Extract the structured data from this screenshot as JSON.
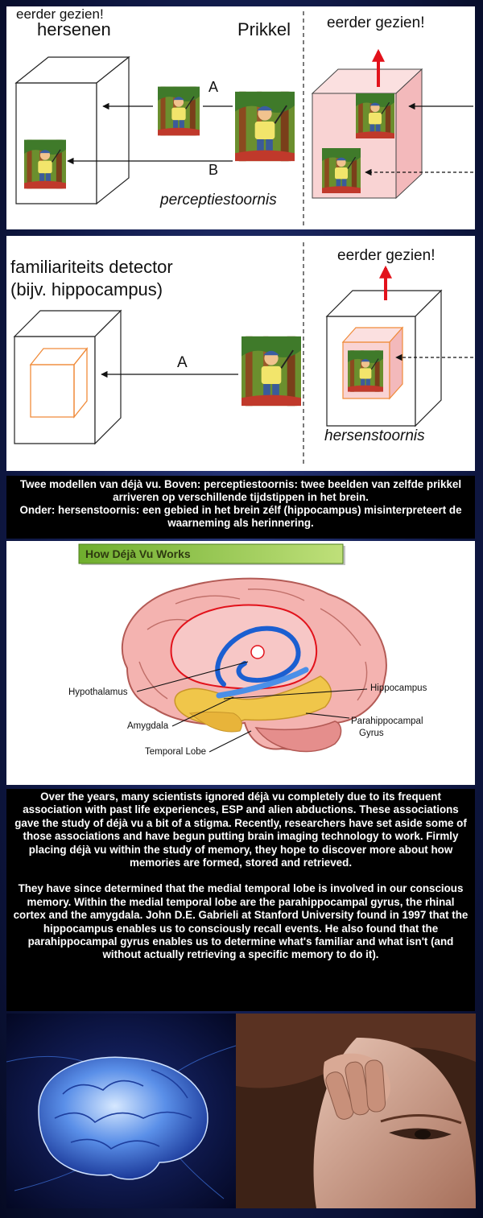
{
  "diagram_top": {
    "label_seen_left": "eerder gezien!",
    "label_brain": "hersenen",
    "label_stimulus": "Prikkel",
    "label_seen_right": "eerder gezien!",
    "arrow_a": "A",
    "arrow_b": "B",
    "label_disorder": "perceptiestoornis"
  },
  "diagram_middle": {
    "label_detector_line1": "familiariteits detector",
    "label_detector_line2": "(bijv. hippocampus)",
    "label_seen": "eerder gezien!",
    "arrow_a": "A",
    "label_disorder": "hersenstoornis"
  },
  "caption": {
    "line1": "Twee modellen van déjà vu. Boven: perceptiestoornis: twee beelden van zelfde prikkel arriveren op verschillende tijdstippen in het brein.",
    "line2": "Onder: hersenstoornis: een gebied in het brein zélf (hippocampus) misinterpreteert de waarneming als herinnering."
  },
  "brain_diagram": {
    "title": "How Déjà Vu Works",
    "labels": {
      "hypothalamus": "Hypothalamus",
      "amygdala": "Amygdala",
      "temporal_lobe": "Temporal Lobe",
      "hippocampus": "Hippocampus",
      "parahippocampal_1": "Parahippocampal",
      "parahippocampal_2": "Gyrus"
    }
  },
  "article": {
    "paragraph1": "Over the years, many scientists ignored déjà vu completely due to its frequent association with past life experiences, ESP and alien abductions. These associations gave the study of déjà vu a bit of a stigma. Recently, researchers have set aside some of those associations and have begun putting brain imaging technology to work. Firmly placing déjà vu within the study of memory, they hope to discover more about how memories are formed, stored and retrieved.",
    "paragraph2": "They have since determined that the medial temporal lobe is involved in our conscious memory. Within the medial temporal lobe are the parahippocampal gyrus, the rhinal cortex and the amygdala. John D.E. Gabrieli at Stanford University found in 1997 that the hippocampus enables us to consciously recall events. He also found that the parahippocampal gyrus enables us to determine what's familiar and what isn't (and without actually retrieving a specific memory to do it)."
  },
  "colors": {
    "background": "#121c4d",
    "panel": "#ffffff",
    "caption_bg": "#000000",
    "pink_box": "#f9d3d3",
    "red_arrow": "#e2121b",
    "orange_box": "#f08b3a",
    "title_green": "#8dc63f"
  }
}
